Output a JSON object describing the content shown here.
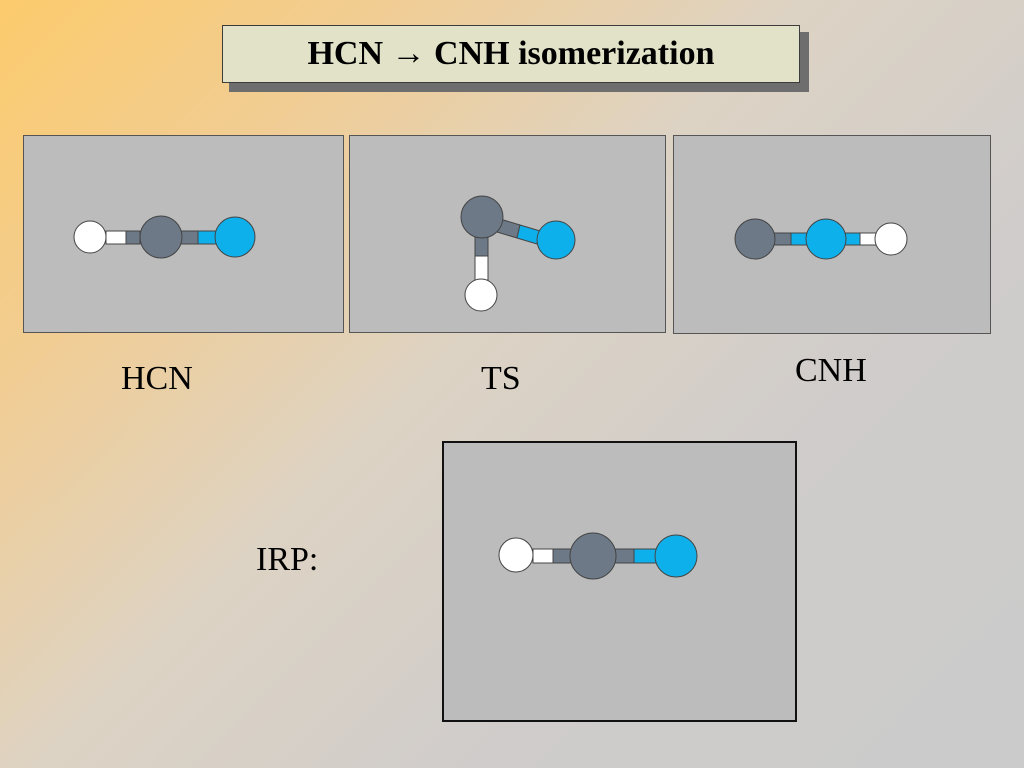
{
  "slide": {
    "title": "HCN →  CNH isomerization",
    "labels": {
      "hcn": "HCN",
      "ts": "TS",
      "cnh": "CNH",
      "irp": "IRP:"
    }
  },
  "colors": {
    "carbon": "#6d7986",
    "nitrogen": "#0eb0ec",
    "hydrogen": "#ffffff",
    "panel": "#bcbcbc"
  }
}
